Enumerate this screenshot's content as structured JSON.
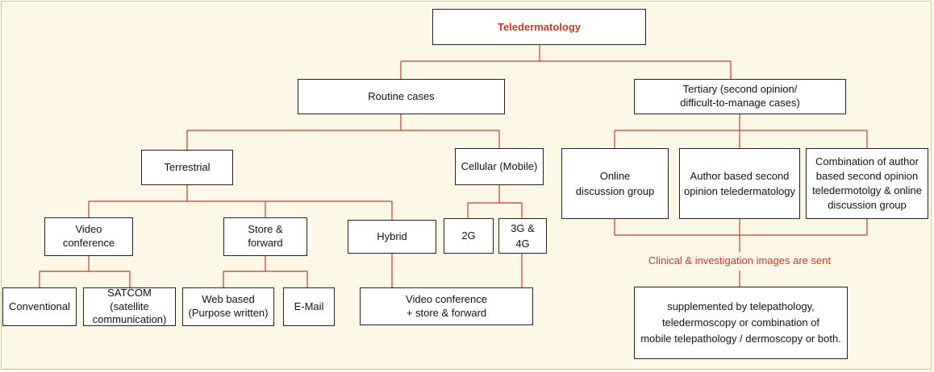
{
  "colors": {
    "accent": "#c0392b",
    "background": "#fdf8e6",
    "box_border": "#222222"
  },
  "nodes": {
    "root": "Teledermatology",
    "routine": "Routine cases",
    "tertiary": "Tertiary (second opinion/\ndifficult-to-manage cases)",
    "terrestrial": "Terrestrial",
    "cellular": "Cellular (Mobile)",
    "online": "Online\ndiscussion group",
    "author": "Author based second\nopinion teledermatology",
    "combination": "Combination of author\nbased second opinion\nteledermotolgy & online\ndiscussion group",
    "video": "Video\nconference",
    "store": "Store &\nforward",
    "hybrid": "Hybrid",
    "g2": "2G",
    "g34": "3G & 4G",
    "conventional": "Conventional",
    "satcom": "SATCOM (satellite\ncommunication)",
    "web": "Web based\n(Purpose written)",
    "email": "E-Mail",
    "video_store": "Video conference\n+ store & forward",
    "supplemented": "supplemented by telepathology,\nteledermoscopy or combination of\nmobile telepathology / dermoscopy or both."
  },
  "labels": {
    "images_sent": "Clinical & investigation images are sent"
  }
}
